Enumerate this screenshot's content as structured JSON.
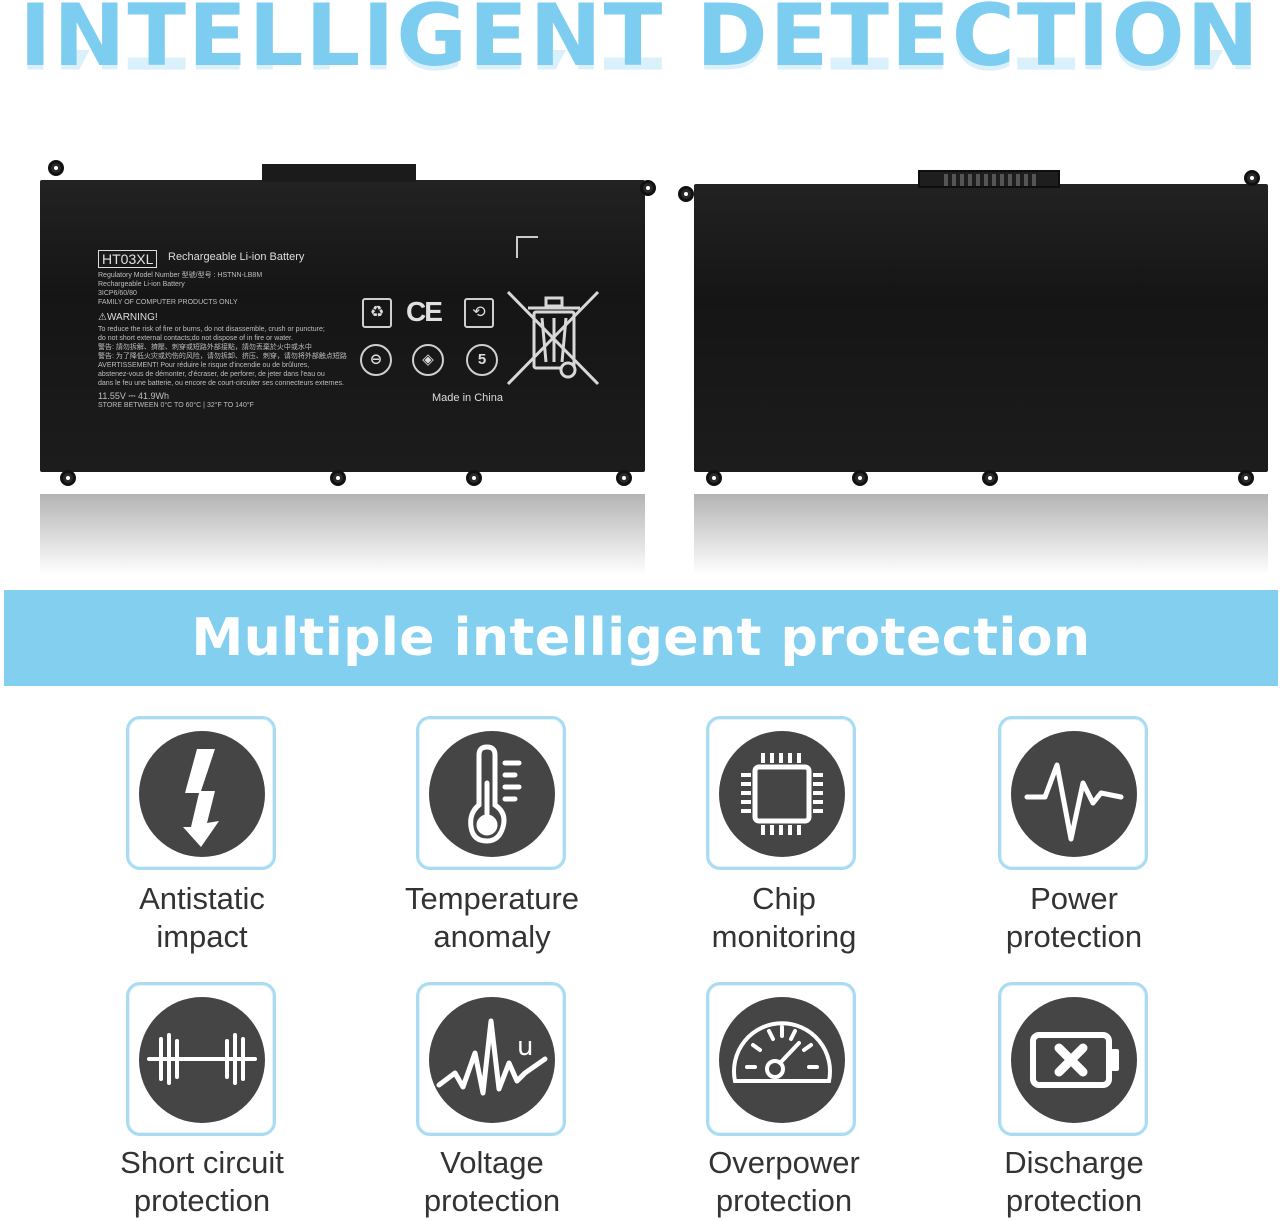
{
  "headline": "INTELLIGENT DETECTION",
  "battery_label": {
    "model": "HT03XL",
    "type": "Rechargeable Li-ion Battery",
    "fine_print": [
      "Regulatory Model Number 型號/型号 : HSTNN-LB8M",
      "Rechargeable Li-ion Battery",
      "3ICP6/60/80",
      "FAMILY OF COMPUTER PRODUCTS ONLY"
    ],
    "warning": "⚠WARNING!",
    "warning_text": [
      "To reduce the risk of fire or burns, do not disassemble, crush or puncture;",
      "do not short external contacts;do not dispose of in fire or water.",
      "警告: 請勿拆解、擠壓、刺穿或短路外部接點，請勿丟棄於火中或水中",
      "警告: 为了降低火灾或灼伤的风险，请勿拆卸、挤压、刺穿，请勿将外部触点短路",
      "AVERTISSEMENT! Pour réduire le risque d'incendie ou de brûlures,",
      "abstenez-vous de démonter, d'écraser, de perforer, de jeter dans l'eau ou",
      "dans le feu une batterie, ou encore de court-circuiter ses connecteurs externes."
    ],
    "rating": "11.55V ⎓ 41.9Wh",
    "temp_range": "STORE BETWEEN  0°C TO 60°C | 32°F TO 140°F",
    "ce_mark": "CE",
    "cert_five": "5",
    "made_in": "Made in China"
  },
  "banner_title": "Multiple intelligent protection",
  "features": [
    {
      "line1": "Antistatic",
      "line2": "impact",
      "icon": "lightning-icon"
    },
    {
      "line1": "Temperature",
      "line2": "anomaly",
      "icon": "thermometer-icon"
    },
    {
      "line1": "Chip",
      "line2": "monitoring",
      "icon": "chip-icon"
    },
    {
      "line1": "Power",
      "line2": "protection",
      "icon": "pulse-icon"
    },
    {
      "line1": "Short circuit",
      "line2": "protection",
      "icon": "short-circuit-icon"
    },
    {
      "line1": "Voltage",
      "line2": "protection",
      "icon": "voltage-wave-icon"
    },
    {
      "line1": "Overpower",
      "line2": "protection",
      "icon": "speedometer-icon"
    },
    {
      "line1": "Discharge",
      "line2": "protection",
      "icon": "battery-x-icon"
    }
  ],
  "colors": {
    "accent_blue": "#83cff0",
    "headline_blue": "#7ccdf0",
    "frame_blue": "#a9dcf2",
    "icon_disc": "#454545",
    "text_dark": "#333333"
  }
}
